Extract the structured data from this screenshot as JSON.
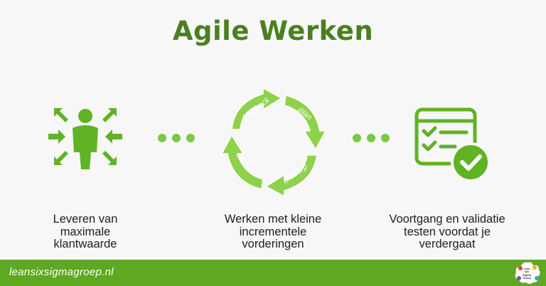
{
  "title": "Agile Werken",
  "cycle": {
    "labels": [
      "feedback",
      "plan",
      "ontwerp",
      "lanceer"
    ]
  },
  "steps": [
    {
      "caption": "Leveren van\nmaximale\nklantwaarde",
      "icon": "customer-focus-icon"
    },
    {
      "caption": "Werken met kleine\nincrementele\nvorderingen",
      "icon": "cycle-arrows-icon"
    },
    {
      "caption": "Voortgang en validatie\ntesten voordat je\nverdergaat",
      "icon": "checklist-icon"
    }
  ],
  "footer": {
    "url": "leansixsigmagroep.nl",
    "badge_text": "Lean\nSix\nSigma\nGroep"
  },
  "colors": {
    "title": "#4b7f1f",
    "icon_green": "#5fb324",
    "cycle_green": "#8ed14b",
    "footer": "#5fa821"
  }
}
